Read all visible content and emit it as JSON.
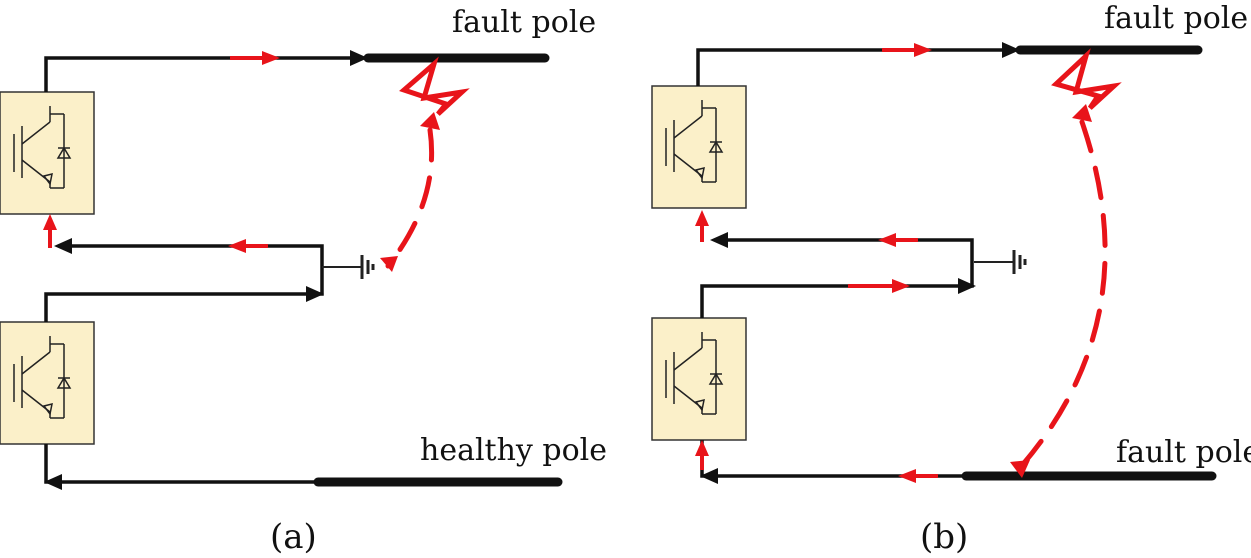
{
  "panel_a": {
    "caption": "(a)",
    "top_label": "fault pole",
    "bottom_label": "healthy pole"
  },
  "panel_b": {
    "caption": "(b)",
    "top_label": "fault pole",
    "bottom_label": "fault pole"
  },
  "colors": {
    "wire": "#111111",
    "fault_current": "#e8141a",
    "converter_fill": "#fbf0c9"
  },
  "icons": [
    "converter-module-icon",
    "ground-icon",
    "fault-bolt-icon",
    "arrowhead-icon"
  ]
}
